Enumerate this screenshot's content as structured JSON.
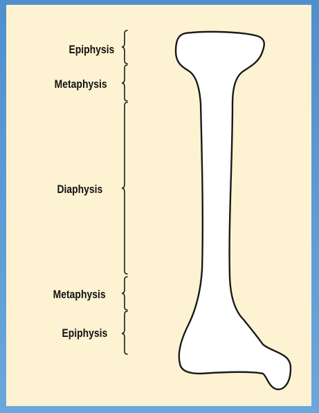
{
  "labels": {
    "epiphysis_top": "Epiphysis",
    "metaphysis_top": "Metaphysis",
    "diaphysis": "Diaphysis",
    "metaphysis_bottom": "Metaphysis",
    "epiphysis_bottom": "Epiphysis"
  },
  "colors": {
    "frame": "#5d9ad4",
    "panel": "#fdf3d2",
    "bone_fill": "#ffffff",
    "outline": "#1a1a1a"
  }
}
